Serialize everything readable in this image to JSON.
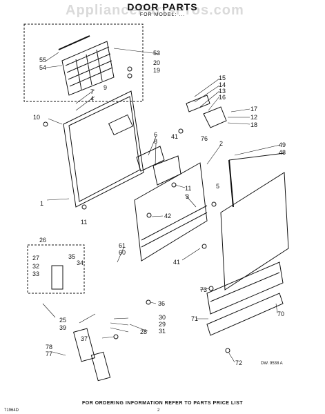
{
  "title": "DOOR PARTS",
  "watermark": "AppliancePartsPros.com",
  "subtitle": "FOR MODEL: ...",
  "footer": "FOR ORDERING INFORMATION REFER TO PARTS PRICE LIST",
  "drawing_number": "DW. 9538 A",
  "corner_code": "71964D",
  "page_number": "2",
  "colors": {
    "ink": "#111111",
    "watermark": "#9a9a9a"
  },
  "callouts": [
    "55",
    "54",
    "53",
    "20",
    "19",
    "9",
    "7",
    "4",
    "15",
    "14",
    "13",
    "16",
    "10",
    "17",
    "12",
    "18",
    "6",
    "8",
    "41",
    "76",
    "2",
    "49",
    "48",
    "11",
    "5",
    "1",
    "3",
    "42",
    "11",
    "26",
    "61",
    "60",
    "41",
    "27",
    "32",
    "33",
    "35",
    "34",
    "73",
    "25",
    "39",
    "36",
    "30",
    "29",
    "31",
    "28",
    "71",
    "70",
    "37",
    "78",
    "77",
    "72"
  ]
}
